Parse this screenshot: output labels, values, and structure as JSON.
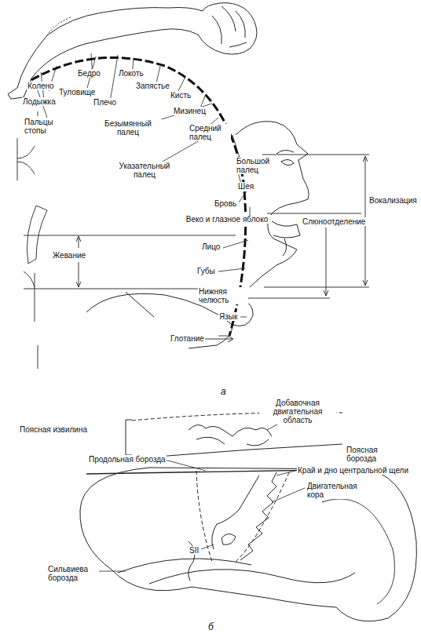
{
  "diagram": {
    "labels": [
      "Бедро",
      "Локоть",
      "Колено",
      "Туловище",
      "Запястье",
      "Кисть",
      "Лодыжка",
      "Плечо",
      "Мизинец",
      "Пальцы стопы",
      "Безымянный палец",
      "Средний палец",
      "Большой палец",
      "Указательный палец",
      "Шея",
      "Бровь",
      "Веко и глазное яблоко",
      "Лицо",
      "Вокализация",
      "Губы",
      "Нижняя челюсть",
      "Слюноотделение",
      "Язык",
      "Жевание",
      "Глотание",
      "а",
      "Добавочная двигательная область",
      "Поясная извилина",
      "Поясная борозда",
      "Продольная борозда",
      "Край и дно центральной щели",
      "Двигательная кора",
      "SII",
      "Сильвиева борозда",
      "б"
    ]
  }
}
